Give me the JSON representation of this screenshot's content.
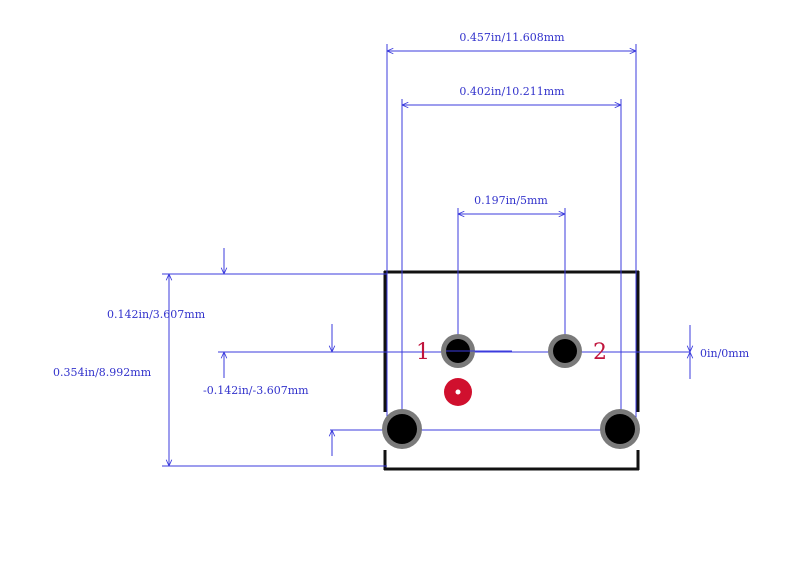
{
  "dimensions": {
    "overall_width": "0.457in/11.608mm",
    "mount_pitch": "0.402in/10.211mm",
    "pin_pitch": "0.197in/5mm",
    "overall_height": "0.354in/8.992mm",
    "top_to_pins": "0.142in/3.607mm",
    "pins_to_mount": "-0.142in/-3.607mm",
    "pin_row_offset": "0in/0mm"
  },
  "pins": {
    "pin1_label": "1",
    "pin2_label": "2"
  },
  "colors": {
    "dimension": "#3b3bdd",
    "outline": "#111111",
    "pad_ring": "#7a7a7a",
    "pad_hole": "#000000",
    "pin_label": "#c0143c",
    "pin1_marker": "#d0102e",
    "silk_red": "#e05050"
  }
}
